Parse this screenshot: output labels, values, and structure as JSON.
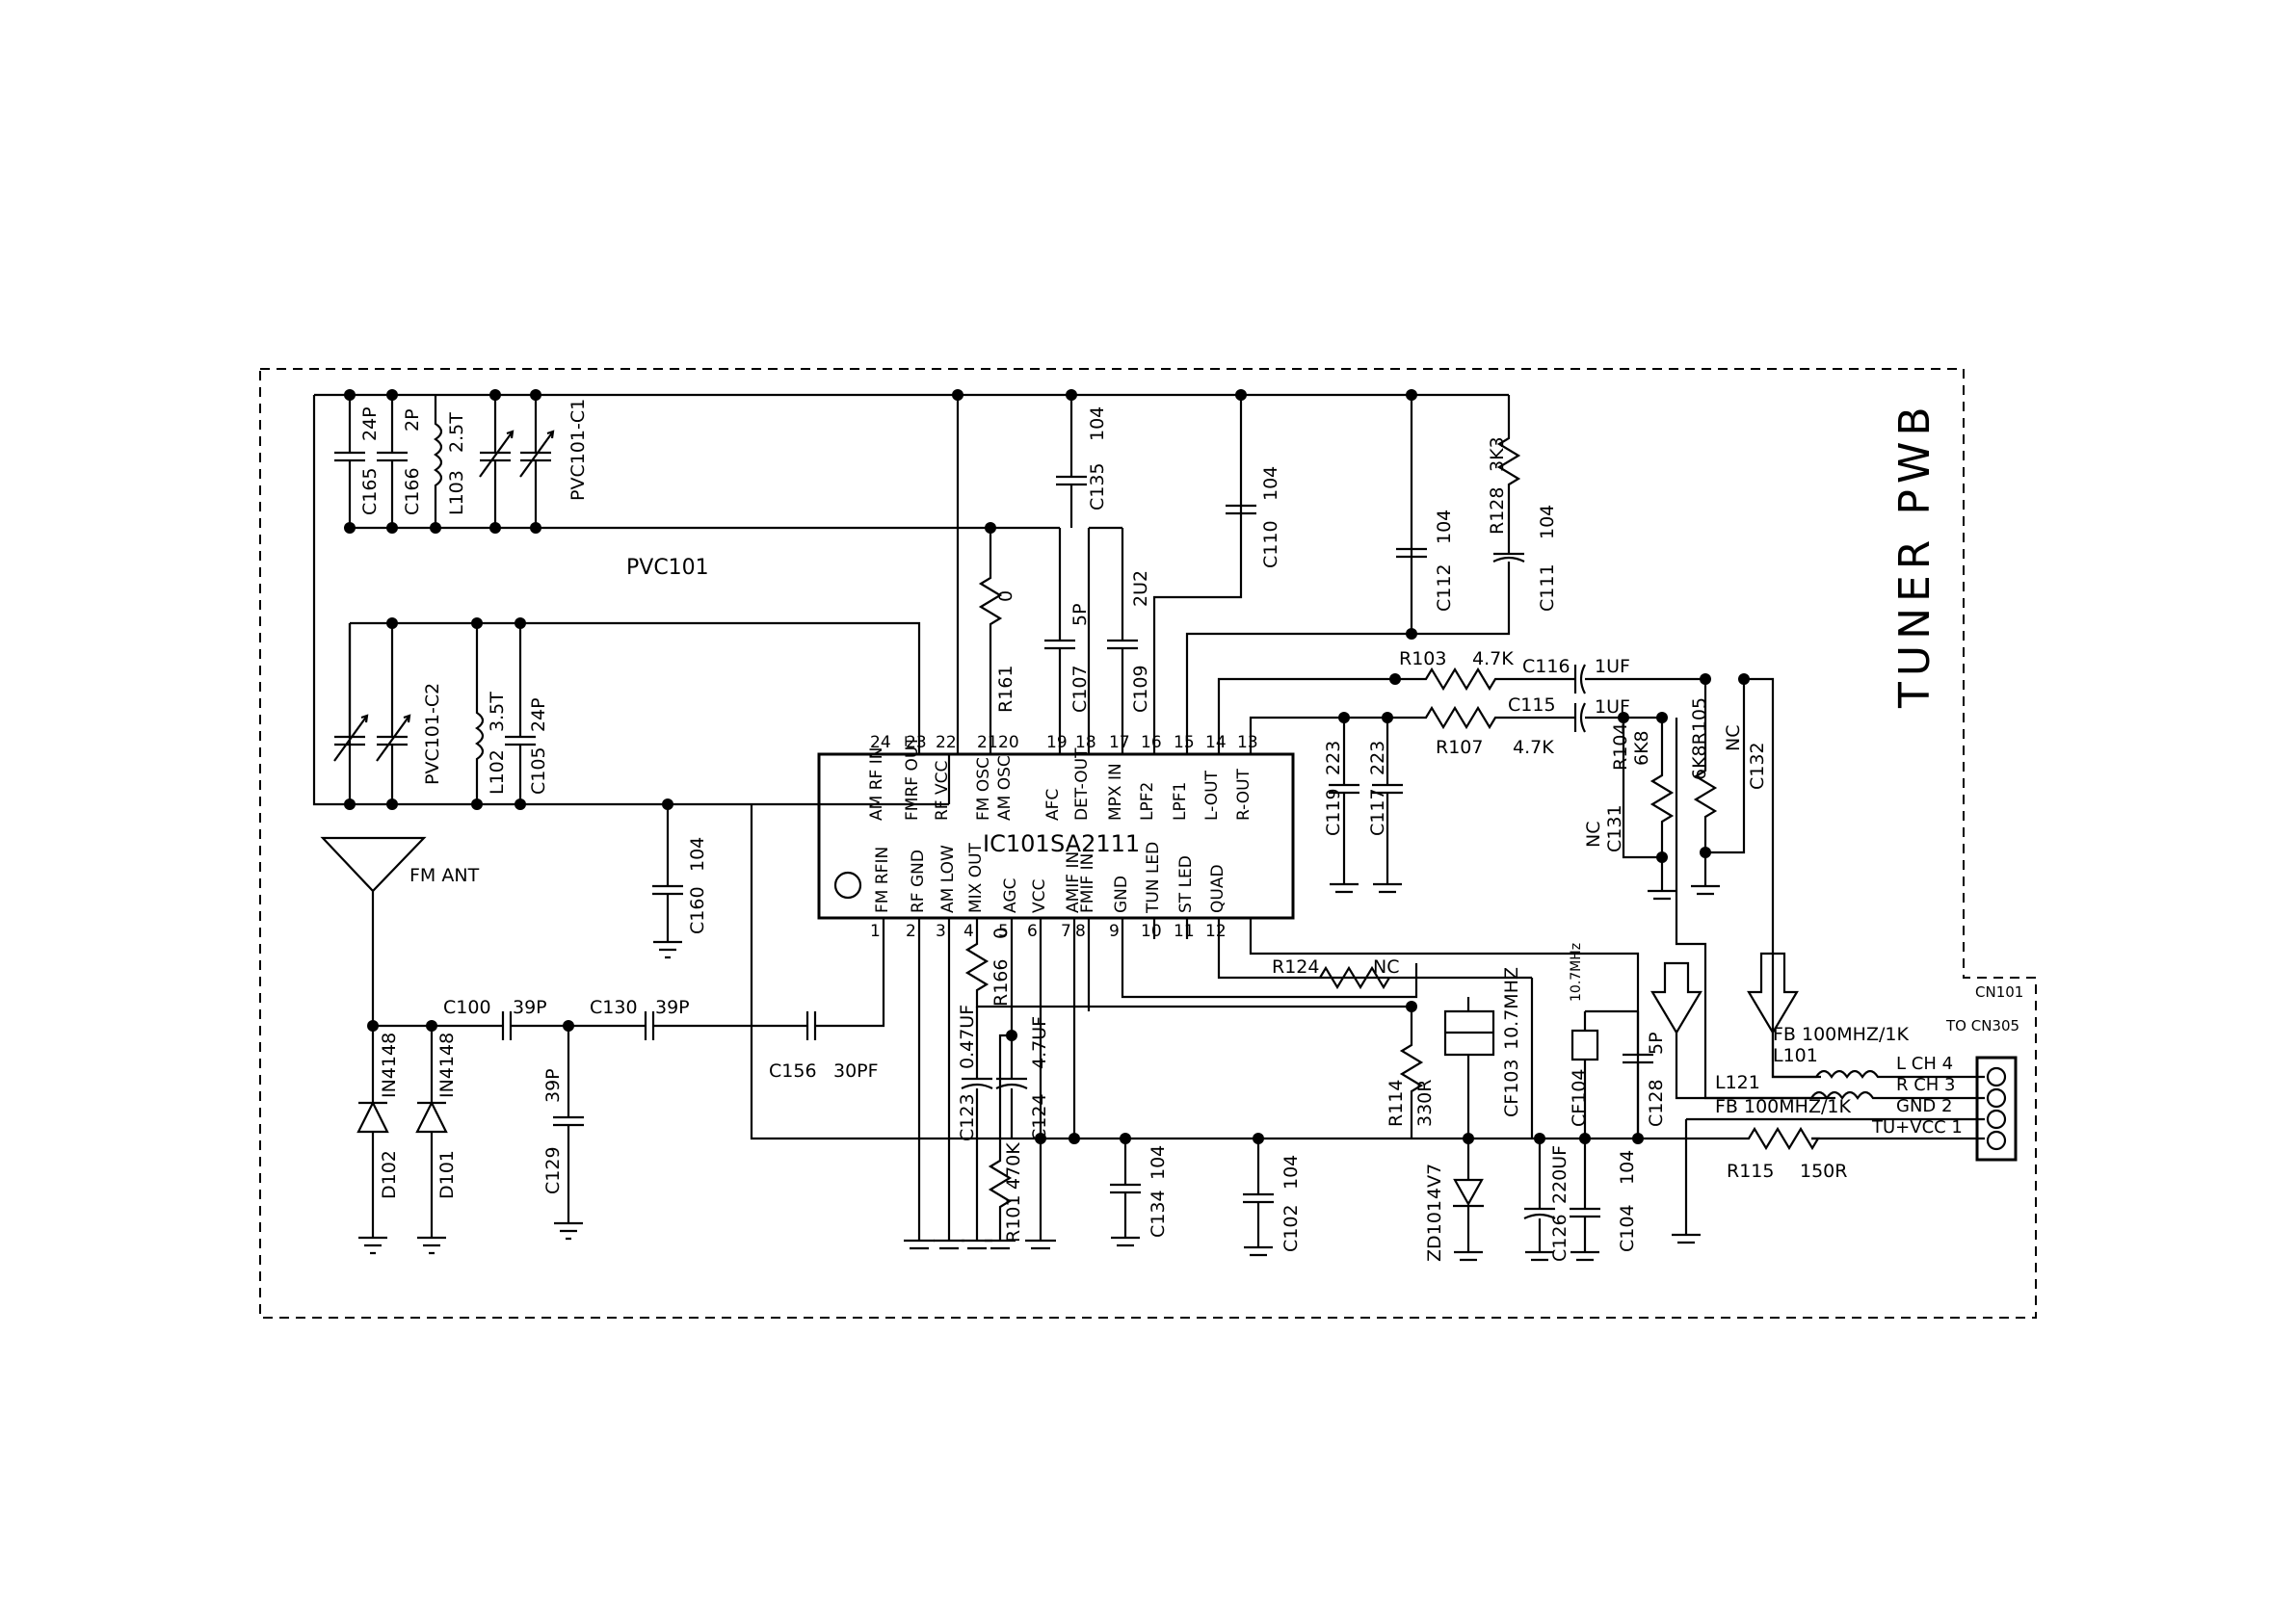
{
  "board": {
    "title": "TUNER PWB",
    "connector_ref": "CN101",
    "connector_to": "TO CN305"
  },
  "ic": {
    "ref": "IC101",
    "part": "SA2111"
  },
  "pins_top": [
    {
      "num": "24",
      "name": "AM RF IN"
    },
    {
      "num": "23",
      "name": "FMRF OUT"
    },
    {
      "num": "22",
      "name": "RF VCC"
    },
    {
      "num": "21",
      "name": "FM OSC"
    },
    {
      "num": "20",
      "name": "AM OSC"
    },
    {
      "num": "19",
      "name": "AFC"
    },
    {
      "num": "18",
      "name": "DET-OUT"
    },
    {
      "num": "17",
      "name": "MPX IN"
    },
    {
      "num": "16",
      "name": "LPF2"
    },
    {
      "num": "15",
      "name": "LPF1"
    },
    {
      "num": "14",
      "name": "L-OUT"
    },
    {
      "num": "13",
      "name": "R-OUT"
    }
  ],
  "pins_bottom": [
    {
      "num": "1",
      "name": "FM RFIN"
    },
    {
      "num": "2",
      "name": "RF GND"
    },
    {
      "num": "3",
      "name": "AM LOW"
    },
    {
      "num": "4",
      "name": "MIX OUT"
    },
    {
      "num": "5",
      "name": "AGC"
    },
    {
      "num": "6",
      "name": "VCC"
    },
    {
      "num": "7",
      "name": "AMIF IN"
    },
    {
      "num": "8",
      "name": "FMIF IN"
    },
    {
      "num": "9",
      "name": "GND"
    },
    {
      "num": "10",
      "name": "TUN LED"
    },
    {
      "num": "11",
      "name": "ST LED"
    },
    {
      "num": "12",
      "name": "QUAD"
    }
  ],
  "labels": {
    "c165": "C165",
    "v24p_a": "24P",
    "c166": "C166",
    "v2p": "2P",
    "l103": "L103",
    "v25t": "2.5T",
    "pvc101c1": "PVC101-C1",
    "pvc101": "PVC101",
    "pvc101c2": "PVC101-C2",
    "l102": "L102",
    "v35t": "3.5T",
    "c105": "C105",
    "v24p_b": "24P",
    "fmant": "FM ANT",
    "c160": "C160",
    "v104_c160": "104",
    "c135": "C135",
    "v104_c135": "104",
    "c110": "C110",
    "v104_c110": "104",
    "c112": "C112",
    "v104_c112": "104",
    "r128": "R128",
    "v3k3": "3K3",
    "c111": "C111",
    "v104_c111": "104",
    "r161": "R161",
    "v0": "0",
    "c107": "C107",
    "v5p_c107": "5P",
    "c109": "C109",
    "v2u2": "2U2",
    "r103": "R103",
    "v47k_a": "4.7K",
    "r107": "R107",
    "v47k_b": "4.7K",
    "c116": "C116",
    "v1uf_a": "1UF",
    "c115": "C115",
    "v1uf_b": "1UF",
    "c119": "C119",
    "v223_a": "223",
    "c117": "C117",
    "v223_b": "223",
    "r104": "R104",
    "v6k8_a": "6K8",
    "nc_a": "NC",
    "c131": "C131",
    "v6k8_r105": "6K8R105",
    "nc_b": "NC",
    "c132": "C132",
    "c100": "C100",
    "v39p_a": "39P",
    "c130": "C130",
    "v39p_b": "39P",
    "c129": "C129",
    "v39p_c": "39P",
    "c156": "C156",
    "v30pf": "30PF",
    "in4148_a": "IN4148",
    "in4148_b": "IN4148",
    "d102": "D102",
    "d101": "D101",
    "r166": "R166",
    "v0_r166": "0",
    "c123": "C123",
    "v047uf": "0.47UF",
    "c124": "C124",
    "v47uf": "4.7UF",
    "r101": "R101",
    "v470k": "470K",
    "c134": "C134",
    "v104_c134": "104",
    "c102": "C102",
    "v104_c102": "104",
    "r124": "R124",
    "nc_r124": "NC",
    "r114": "R114",
    "v330r": "330R",
    "cf103": "CF103",
    "v107mhz": "10.7MHZ",
    "cf104": "CF104",
    "v107mhz_b": "10.7MHz",
    "c128": "C128",
    "v5p_c128": "5P",
    "zd101": "ZD101",
    "v4v7": "4V7",
    "c126": "C126",
    "v220uf": "220UF",
    "c104": "C104",
    "v104_c104": "104",
    "fb1": "FB 100MHZ/1K",
    "l101": "L101",
    "l121": "L121",
    "fb2": "FB 100MHZ/1K",
    "r115": "R115",
    "v150r": "150R",
    "lch": "L CH 4",
    "rch": "R CH 3",
    "gnd": "GND 2",
    "tuvcc": "TU+VCC 1"
  }
}
